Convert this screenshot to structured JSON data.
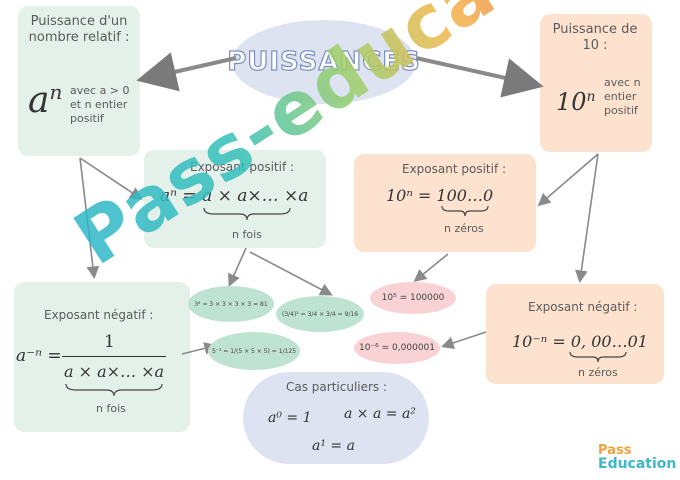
{
  "title": "PUISSANCES",
  "relatif": {
    "heading": "Puissance d'un nombre relatif :",
    "formula": "a",
    "exponent": "n",
    "condition": "avec a > 0 et n entier positif"
  },
  "dix": {
    "heading": "Puissance de 10 :",
    "formula": "10",
    "exponent": "n",
    "condition": "avec n entier positif"
  },
  "pos_relatif": {
    "heading": "Exposant positif :",
    "formula": "aⁿ = a × a×… ×a",
    "brace_label": "n fois"
  },
  "pos_dix": {
    "heading": "Exposant positif :",
    "formula": "10ⁿ = 100…0",
    "brace_label": "n zéros"
  },
  "neg_relatif": {
    "heading": "Exposant négatif :",
    "lhs": "a⁻ⁿ =",
    "numerator": "1",
    "denominator": "a × a×… ×a",
    "brace_label": "n fois"
  },
  "neg_dix": {
    "heading": "Exposant négatif :",
    "formula": "10⁻ⁿ = 0, 00…01",
    "brace_label": "n zéros"
  },
  "examples": {
    "green1": "3⁴ = 3 × 3 × 3 × 3 = 81",
    "green2": "(3/4)² = 3/4 × 3/4 = 9/16",
    "green3": "5⁻³ = 1/(5 × 5 × 5) = 1/125",
    "pink1": "10⁵ = 100000",
    "pink2": "10⁻⁶ = 0,000001"
  },
  "particuliers": {
    "heading": "Cas particuliers :",
    "f1": "a⁰ = 1",
    "f2": "a × a = a²",
    "f3": "a¹ = a"
  },
  "watermark": "Pass-education",
  "logo": {
    "line1": "Pass",
    "line2": "Education"
  },
  "colors": {
    "green": "#e3f1ea",
    "peach": "#fde3cf",
    "blue": "#dde3f1",
    "arrow": "#8a8a8a"
  }
}
